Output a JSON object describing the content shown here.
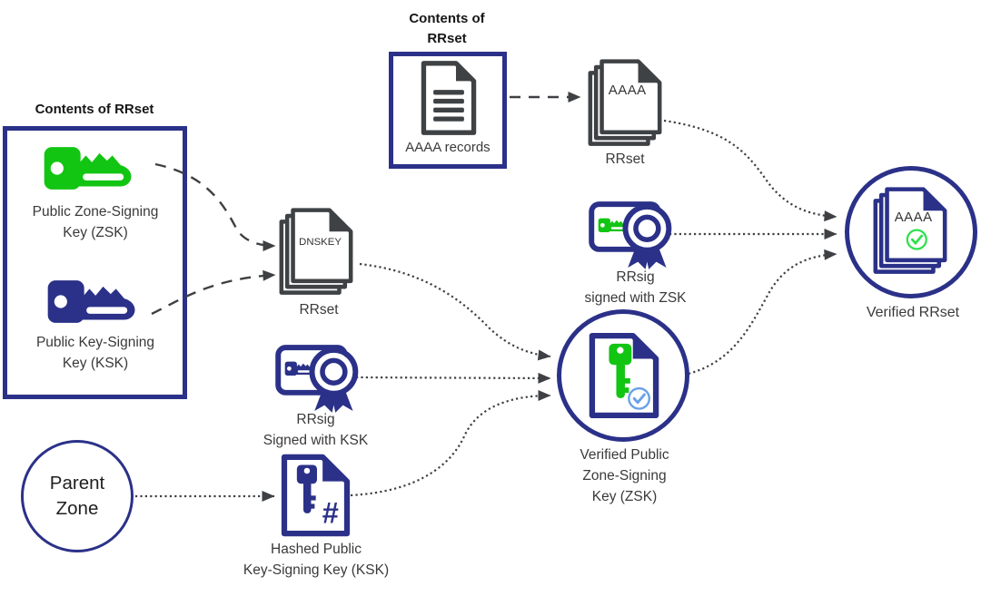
{
  "colors": {
    "navy": "#2b3188",
    "key_green": "#13c513",
    "doc_gray": "#3f4245",
    "arrow_gray": "#3e4043",
    "check_green": "#2ee04e",
    "check_blue": "#6aa2e8",
    "background": "#ffffff"
  },
  "icons": {
    "zsk_key": "key-icon",
    "ksk_key": "key-icon",
    "records_doc": "document-icon",
    "rrset_stack": "document-stack-icon",
    "rrsig": "certificate-seal-icon",
    "hashed_key_doc": "hashed-key-document-icon",
    "verified_key_doc": "verified-key-document-icon",
    "check": "check-circle-icon"
  },
  "left_rrset_box": {
    "title": "Contents of RRset",
    "zsk": {
      "label": "Public Zone-Signing\nKey (ZSK)"
    },
    "ksk": {
      "label": "Public Key-Signing\nKey (KSK)"
    }
  },
  "top_rrset_box": {
    "title": "Contents of\nRRset",
    "doc_label": "AAAA records"
  },
  "aaaa_rrset": {
    "doc_text": "AAAA",
    "label": "RRset"
  },
  "dnskey_rrset": {
    "doc_text": "DNSKEY",
    "label": "RRset"
  },
  "rrsig_ksk": {
    "label": "RRsig\nSigned with KSK"
  },
  "rrsig_zsk": {
    "label": "RRsig\nsigned with ZSK"
  },
  "parent_zone": {
    "label": "Parent\nZone"
  },
  "hashed_ksk": {
    "label": "Hashed Public\nKey-Signing Key (KSK)",
    "hash_glyph": "#"
  },
  "verified_zsk": {
    "label": "Verified Public\nZone-Signing\nKey (ZSK)"
  },
  "verified_rrset": {
    "doc_text": "AAAA",
    "label": "Verified RRset"
  }
}
